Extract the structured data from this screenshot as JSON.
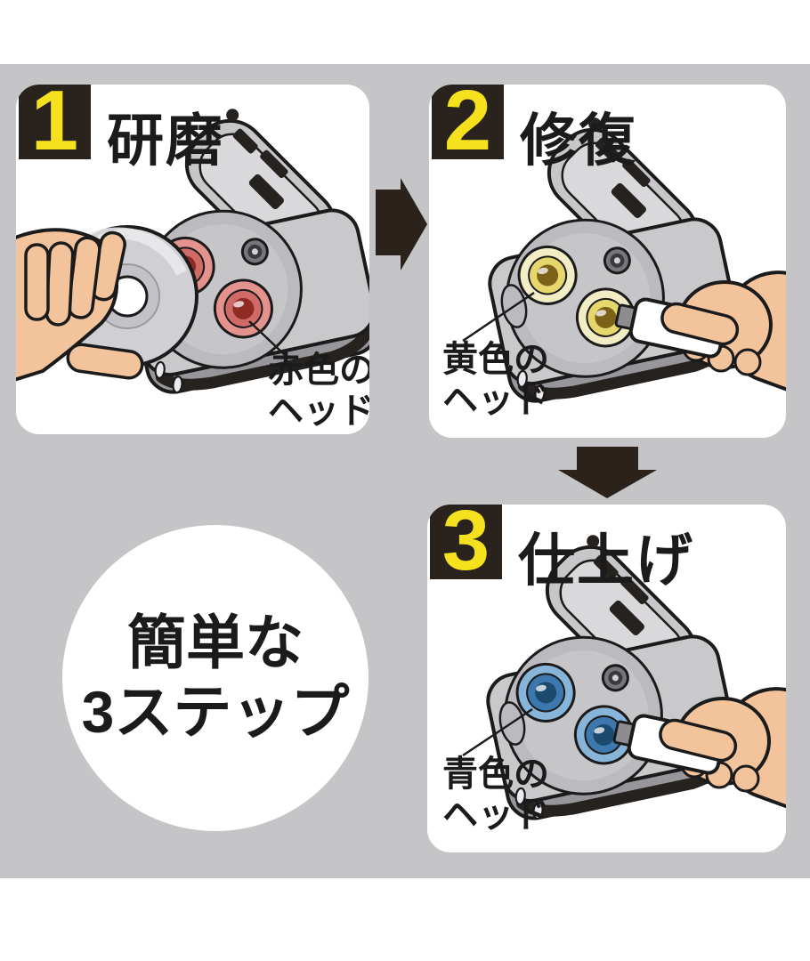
{
  "steps": [
    {
      "number": "1",
      "title": "研磨",
      "caption": [
        "赤色の",
        "ヘッド"
      ],
      "head_colors": {
        "light": "#e3928e",
        "mid": "#cf6a66",
        "dark": "#8f2b25"
      }
    },
    {
      "number": "2",
      "title": "修復",
      "caption": [
        "黄色の",
        "ヘッド"
      ],
      "head_colors": {
        "light": "#f2edc4",
        "mid": "#e5d76c",
        "dark": "#7c6218"
      }
    },
    {
      "number": "3",
      "title": "仕上げ",
      "caption": [
        "青色の",
        "ヘッド"
      ],
      "head_colors": {
        "light": "#87b5da",
        "mid": "#3c78ad",
        "dark": "#1c4a6e"
      }
    }
  ],
  "circle_label": {
    "line1": "簡単な",
    "line2": "3ステップ"
  },
  "colors": {
    "canvas-gray": "#c5c4c7",
    "badge-bg": "#2a221d",
    "badge-number": "#f5e11e",
    "ink": "#1b1b1b",
    "arrow": "#2a221b",
    "skin": "#f3c49c",
    "cd-silver": "#d0d0d4"
  }
}
